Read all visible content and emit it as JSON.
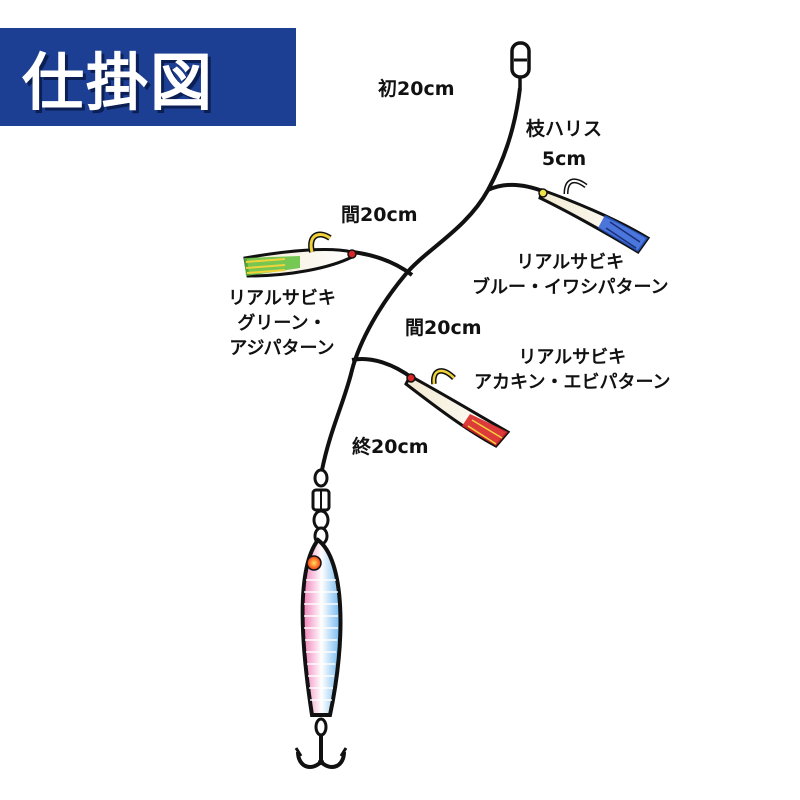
{
  "title": "仕掛図",
  "segments": {
    "first": "初20cm",
    "gap_upper": "間20cm",
    "gap_lower": "間20cm",
    "last": "終20cm"
  },
  "branch_line": {
    "name": "枝ハリス",
    "length": "5cm"
  },
  "lures": {
    "green": [
      "リアルサビキ",
      "グリーン・",
      "アジパターン"
    ],
    "blue": [
      "リアルサビキ",
      "ブルー・イワシパターン"
    ],
    "red": [
      "リアルサビキ",
      "アカキン・エビパターン"
    ]
  },
  "colors": {
    "title_bg": "#1d3f93",
    "line": "#111111",
    "green_skirt": "#5fbf3a",
    "blue_skirt": "#2b5ed6",
    "red_skirt": "#d92626",
    "jig_pink": "#f07bb5",
    "jig_blue": "#6fb8f0"
  }
}
